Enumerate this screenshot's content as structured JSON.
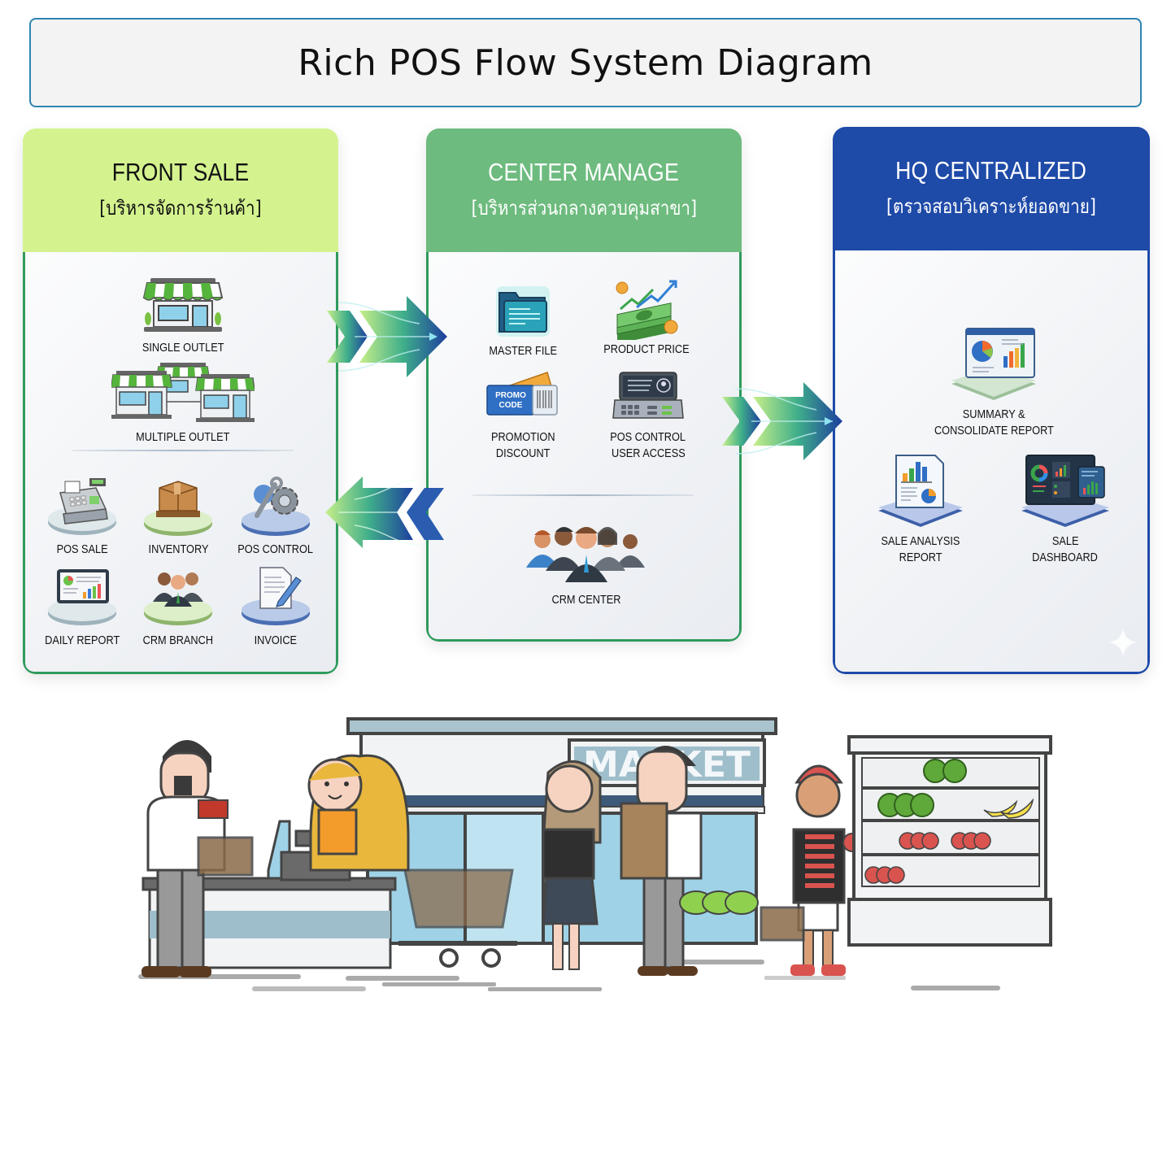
{
  "title": "Rich POS Flow System Diagram",
  "colors": {
    "front_header": "#d4f38f",
    "center_header": "#6dbb7e",
    "hq_header": "#1e4aa8",
    "green_border": "#2f9a5c",
    "blue_border": "#1e4aa8",
    "title_border": "#2f85b0"
  },
  "panels": {
    "front_sale": {
      "title": "FRONT SALE",
      "subtitle": "[บริหารจัดการร้านค้า]",
      "outlets": [
        {
          "label": "SINGLE OUTLET",
          "icon": "storefront-icon"
        },
        {
          "label": "MULTIPLE OUTLET",
          "icon": "multiple-storefronts-icon"
        }
      ],
      "modules": [
        {
          "label": "POS SALE",
          "icon": "cash-register-icon"
        },
        {
          "label": "INVENTORY",
          "icon": "box-on-pallet-icon"
        },
        {
          "label": "POS CONTROL",
          "icon": "wrench-gear-icon"
        },
        {
          "label": "DAILY REPORT",
          "icon": "tablet-chart-icon"
        },
        {
          "label": "CRM BRANCH",
          "icon": "people-group-icon"
        },
        {
          "label": "INVOICE",
          "icon": "document-pen-icon"
        }
      ]
    },
    "center_manage": {
      "title": "CENTER MANAGE",
      "subtitle": "[บริหารส่วนกลางควบคุมสาขา]",
      "modules": [
        {
          "label": "MASTER FILE",
          "icon": "folder-icon"
        },
        {
          "label": "PRODUCT PRICE",
          "icon": "money-stack-icon"
        },
        {
          "label": "PROMOTION\nDISCOUNT",
          "line1": "PROMOTION",
          "line2": "DISCOUNT",
          "icon": "promo-ticket-icon",
          "ticket_text_1": "PROMO",
          "ticket_text_2": "CODE"
        },
        {
          "label": "POS CONTROL\nUSER ACCESS",
          "line1": "POS CONTROL",
          "line2": "USER ACCESS",
          "icon": "pos-terminal-icon"
        }
      ],
      "crm": {
        "label": "CRM CENTER",
        "icon": "team-icon"
      }
    },
    "hq_centralized": {
      "title": "HQ CENTRALIZED",
      "subtitle": "[ตรวจสอบวิเคราะห์ยอดขาย]",
      "modules": [
        {
          "line1": "SUMMARY &",
          "line2": "CONSOLIDATE REPORT",
          "icon": "report-window-icon"
        },
        {
          "line1": "SALE ANALYSIS",
          "line2": "REPORT",
          "icon": "analysis-document-icon"
        },
        {
          "line1": "SALE",
          "line2": "DASHBOARD",
          "icon": "dashboard-screen-icon"
        }
      ]
    }
  },
  "flows": [
    {
      "from": "front_sale",
      "to": "center_manage",
      "direction": "right"
    },
    {
      "from": "center_manage",
      "to": "front_sale",
      "direction": "left"
    },
    {
      "from": "center_manage",
      "to": "hq_centralized",
      "direction": "right"
    }
  ],
  "illustration": {
    "store_sign": "MARKET",
    "description": "Supermarket checkout scene"
  }
}
